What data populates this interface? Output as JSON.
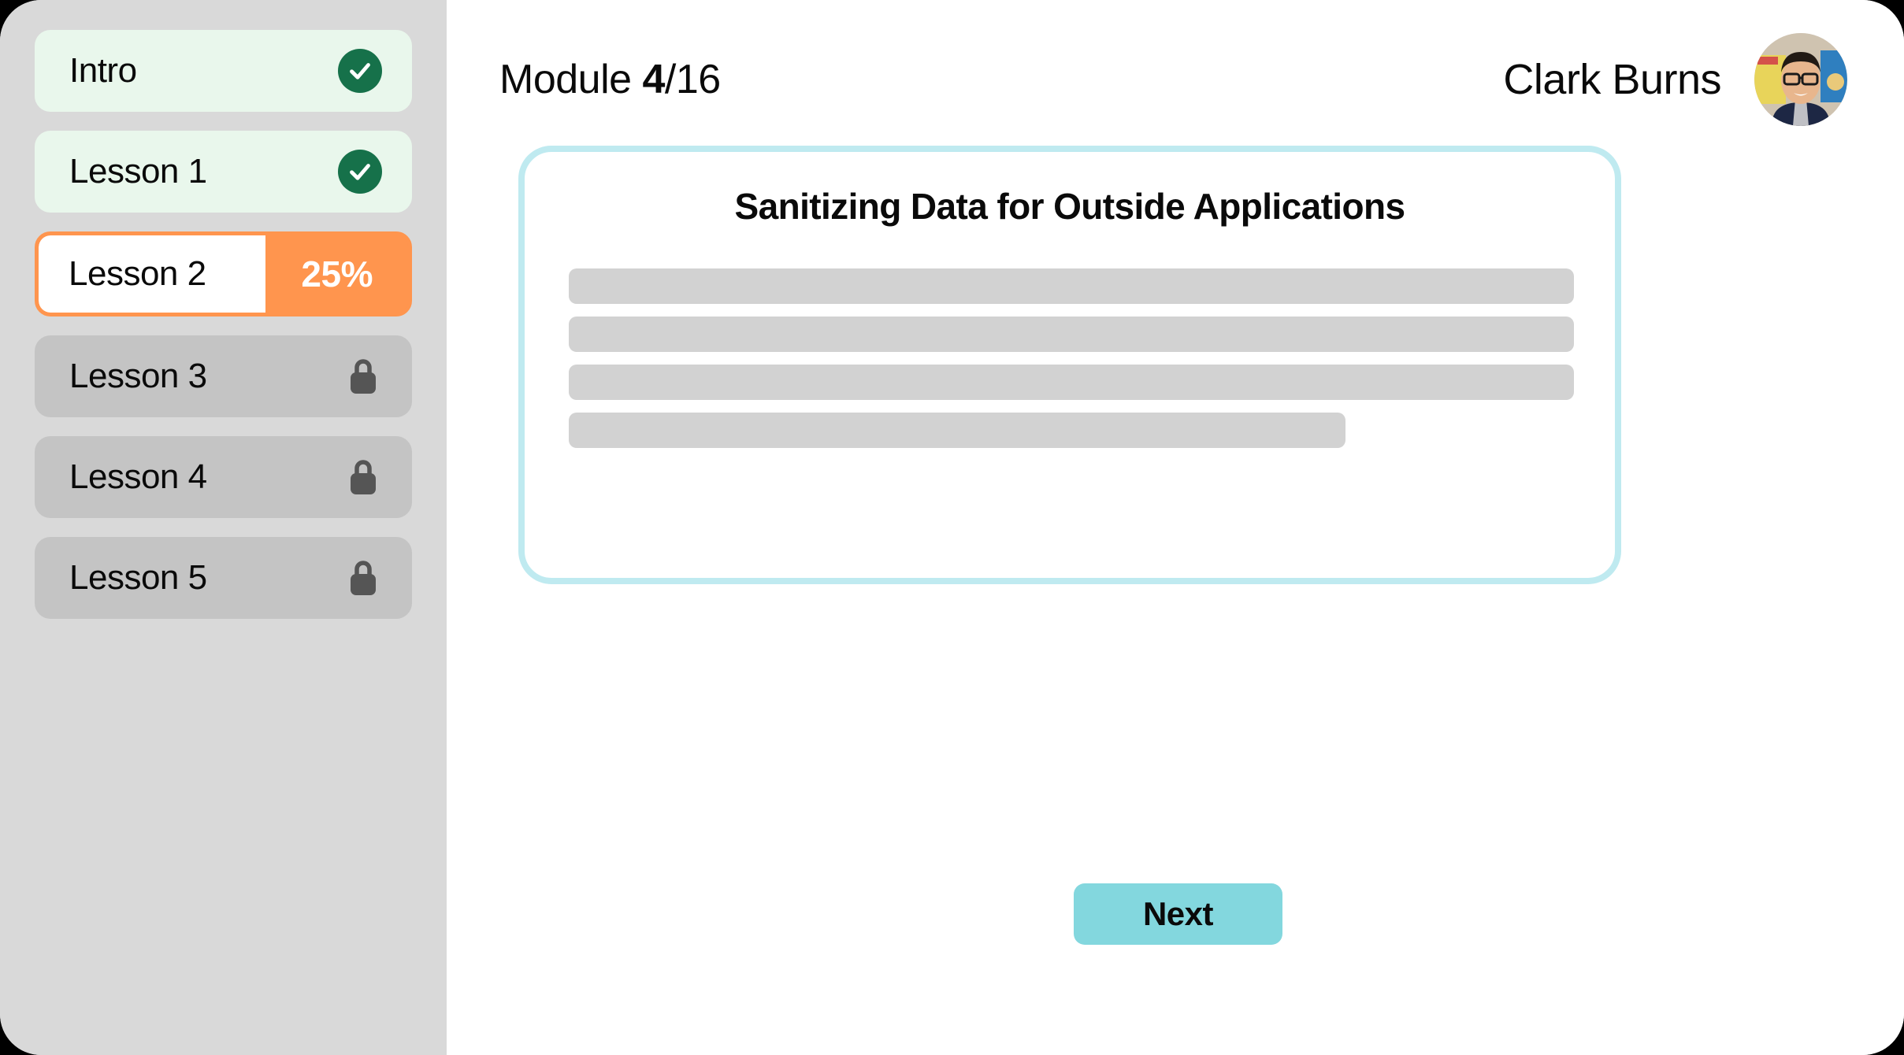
{
  "sidebar": {
    "items": [
      {
        "label": "Intro",
        "state": "completed",
        "icon": "check-circle-icon"
      },
      {
        "label": "Lesson 1",
        "state": "completed",
        "icon": "check-circle-icon"
      },
      {
        "label": "Lesson 2",
        "state": "active",
        "progress": "25%"
      },
      {
        "label": "Lesson 3",
        "state": "locked",
        "icon": "lock-icon"
      },
      {
        "label": "Lesson 4",
        "state": "locked",
        "icon": "lock-icon"
      },
      {
        "label": "Lesson 5",
        "state": "locked",
        "icon": "lock-icon"
      }
    ]
  },
  "header": {
    "module_prefix": "Module ",
    "module_current": "4",
    "module_separator": "/",
    "module_total": "16",
    "user_name": "Clark Burns",
    "avatar_alt": "user-avatar-photo"
  },
  "content": {
    "title": "Sanitizing Data for Outside Applications",
    "skeleton_bars": [
      {
        "width": "100%"
      },
      {
        "width": "100%"
      },
      {
        "width": "100%"
      },
      {
        "width": "77.3%"
      }
    ]
  },
  "footer": {
    "next_label": "Next"
  },
  "colors": {
    "sidebar_bg": "#d9d9d9",
    "completed_bg": "#e9f7ec",
    "completed_check": "#16714a",
    "locked_bg": "#c4c4c4",
    "lock_glyph": "#555555",
    "active_accent": "#ff954e",
    "card_border": "#bfeaf0",
    "skeleton": "#d2d2d2",
    "next_button": "#83d7de",
    "text": "#0a0a0a"
  }
}
